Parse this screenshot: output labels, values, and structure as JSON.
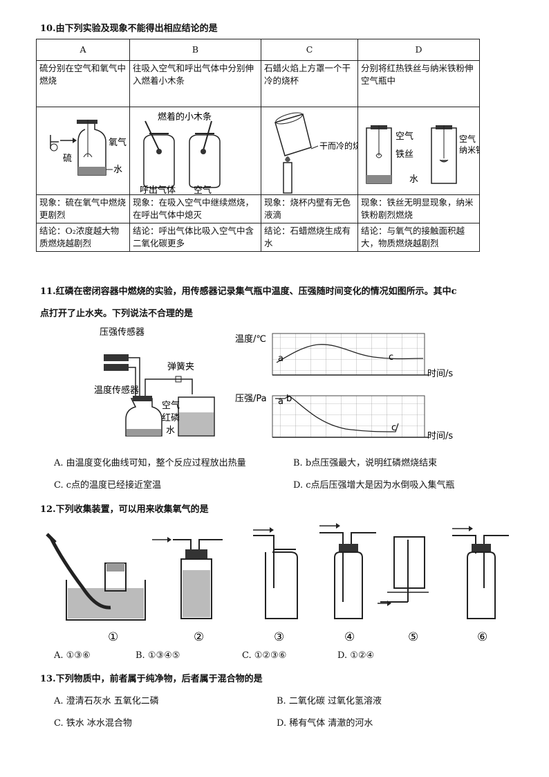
{
  "q10": {
    "title": "10.由下列实验及现象不能得出相应结论的是",
    "headers": [
      "A",
      "B",
      "C",
      "D"
    ],
    "desc": [
      "硫分别在空气和氧气中燃烧",
      "往吸入空气和呼出气体中分别伸入燃着小木条",
      "石蜡火焰上方罩一个干冷的烧杯",
      "分别将红热铁丝与纳米铁粉伸空气瓶中"
    ],
    "phenomena": [
      "现象：硫在氧气中燃烧更剧烈",
      "现象：在吸入空气中继续燃烧，在呼出气体中熄灭",
      "现象：烧杯内壁有无色液滴",
      "现象：铁丝无明显现象，纳米铁粉剧烈燃烧"
    ],
    "conclusions": [
      "结论：O₂浓度越大物质燃烧越剧烈",
      "结论：呼出气体比吸入空气中含二氧化碳更多",
      "结论：石蜡燃烧生成有水",
      "结论：与氧气的接触面积越大，物质燃烧越剧烈"
    ],
    "figA": {
      "oxygen": "氧气",
      "sulfur": "硫",
      "water": "水"
    },
    "figB": {
      "stick": "燃着的小木条",
      "exhaled": "呼出气体",
      "air": "空气"
    },
    "figC": {
      "beaker": "干而冷的烧杯"
    },
    "figD": {
      "air": "空气",
      "wire": "铁丝",
      "water": "水",
      "air2": "空气",
      "nano": "纳米铁粉"
    }
  },
  "q11": {
    "title": "11.红磷在密闭容器中燃烧的实验，用传感器记录集气瓶中温度、压强随时间变化的情况如图所示。其中c",
    "title2": "点打开了止水夹。下列说法不合理的是",
    "apparatus": {
      "pressure_sensor": "压强传感器",
      "temp_sensor": "温度传感器",
      "clip": "弹簧夹",
      "air": "空气",
      "phosphorus": "红磷",
      "water": "水"
    },
    "temp_chart": {
      "ylabel": "温度/℃",
      "xlabel": "时间/s",
      "a": "a",
      "c": "c"
    },
    "press_chart": {
      "ylabel": "压强/Pa",
      "xlabel": "时间/s",
      "a": "a",
      "b": "b",
      "c": "c"
    },
    "options": [
      "A. 由温度变化曲线可知，整个反应过程放出热量",
      "B. b点压强最大，说明红磷燃烧结束",
      "C. c点的温度已经接近室温",
      "D. c点后压强增大是因为水倒吸入集气瓶"
    ]
  },
  "q12": {
    "title": "12.下列收集装置，可以用来收集氧气的是",
    "labels": [
      "①",
      "②",
      "③",
      "④",
      "⑤",
      "⑥"
    ],
    "options": [
      "A. ①③⑥",
      "B. ①③④⑤",
      "C. ①②③⑥",
      "D. ①②④"
    ]
  },
  "q13": {
    "title": "13.下列物质中，前者属于纯净物，后者属于混合物的是",
    "options": [
      "A. 澄清石灰水 五氧化二磷",
      "B. 二氧化碳 过氧化氢溶液",
      "C. 铁水 冰水混合物",
      "D. 稀有气体 清澈的河水"
    ]
  }
}
